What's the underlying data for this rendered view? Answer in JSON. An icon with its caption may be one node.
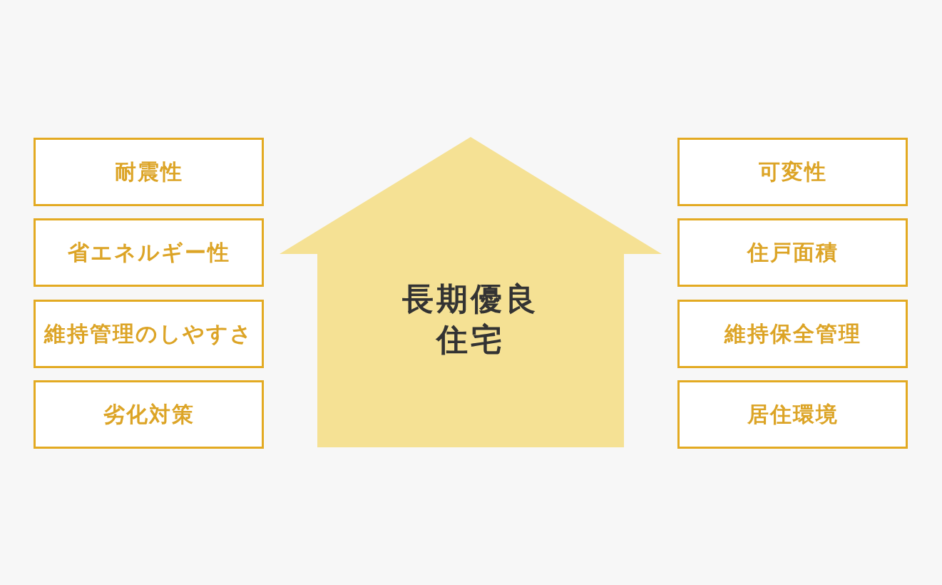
{
  "diagram": {
    "nodes": [
      {
        "text": [
          "耐震性"
        ]
      },
      {
        "text": [
          "省エネルギー性"
        ]
      },
      {
        "text": [
          "維持管理のしやすさ"
        ]
      },
      {
        "text": [
          "劣化対策"
        ]
      },
      {
        "text": [
          "長期優良住宅"
        ]
      },
      {
        "text": [
          "可変性"
        ]
      },
      {
        "text": [
          "住戸面積"
        ]
      },
      {
        "text": [
          "維持保全管理"
        ]
      },
      {
        "text": [
          "居住環境"
        ]
      }
    ],
    "edges": []
  }
}
